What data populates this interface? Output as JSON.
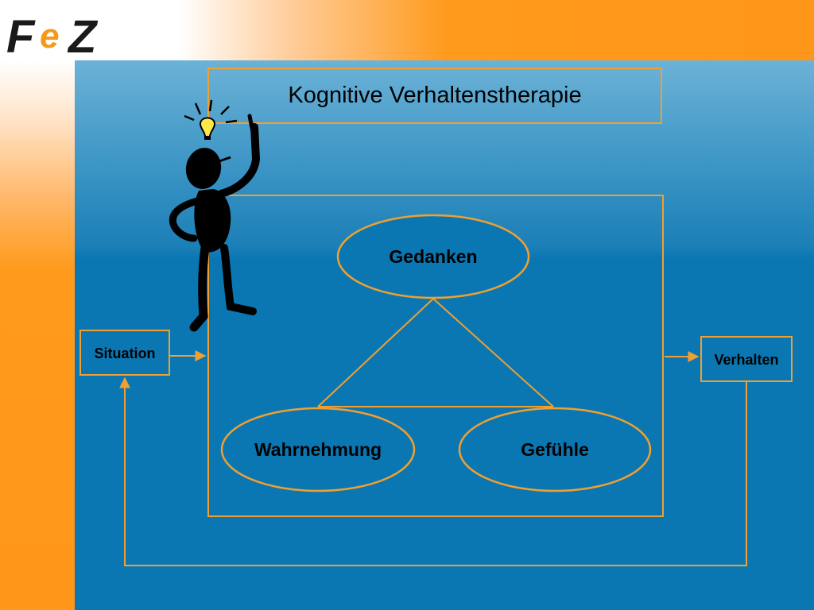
{
  "slide": {
    "logo_text": "FeZ",
    "title": "Kognitive Verhaltenstherapie"
  },
  "diagram": {
    "nodes": {
      "thoughts": "Gedanken",
      "perception": "Wahrnehmung",
      "feelings": "Gefühle",
      "situation": "Situation",
      "behavior": "Verhalten"
    }
  },
  "colors": {
    "accent_orange": "#f0a030",
    "panel_blue": "#0a77b3",
    "background_orange": "#ff961a"
  },
  "icons": {
    "figure": "thinking-person-icon",
    "bulb": "lightbulb-icon"
  }
}
